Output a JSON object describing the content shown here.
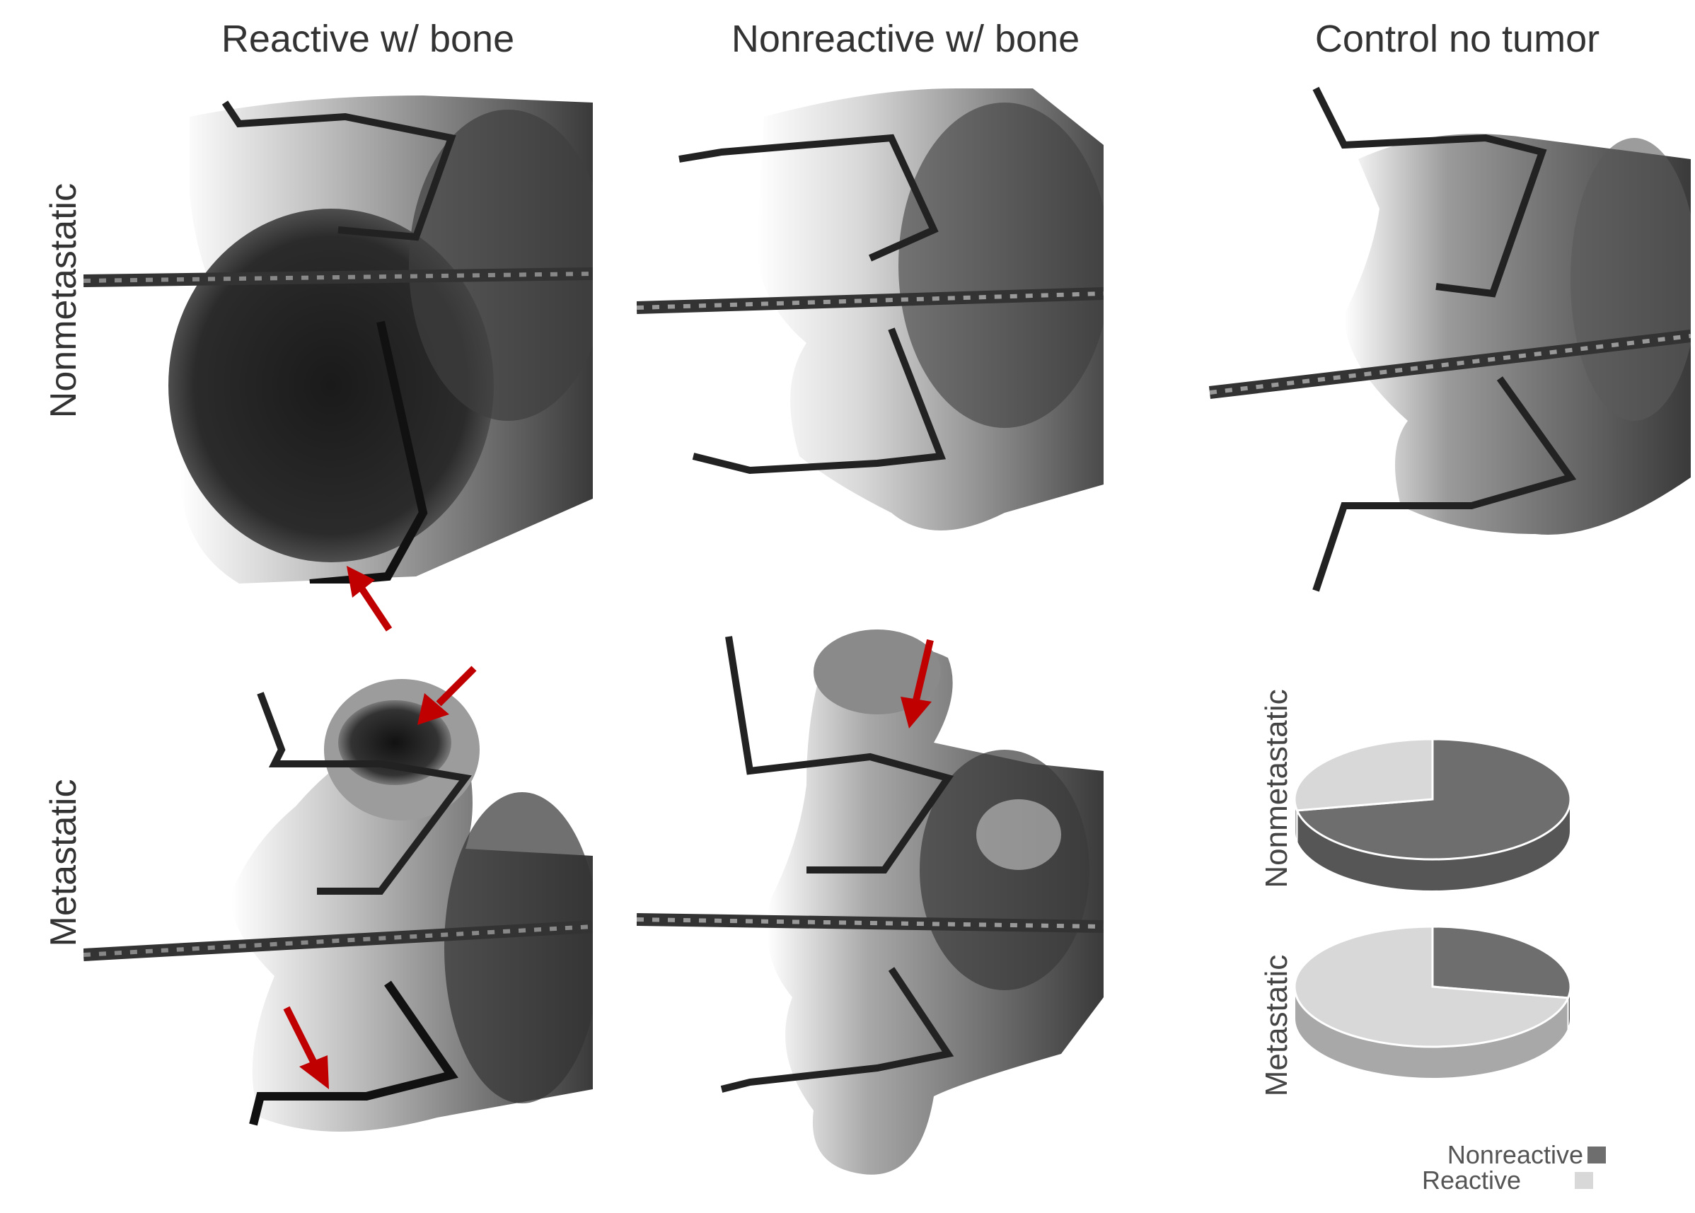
{
  "columns": [
    "Reactive w/ bone",
    "Nonreactive w/ bone",
    "Control no tumor"
  ],
  "rows": [
    "Nonmetastatic",
    "Metastatic"
  ],
  "pies": {
    "top_label": "Nonmetastatic",
    "bottom_label": "Metastatic",
    "legend": [
      {
        "label": "Nonreactive",
        "color": "#6e6e6e"
      },
      {
        "label": "Reactive",
        "color": "#d8d8d8"
      }
    ]
  },
  "chart_data": [
    {
      "type": "pie",
      "title": "Nonmetastatic",
      "categories": [
        "Nonreactive",
        "Reactive"
      ],
      "values": [
        0.72,
        0.28
      ],
      "colors": [
        "#6e6e6e",
        "#d8d8d8"
      ]
    },
    {
      "type": "pie",
      "title": "Metastatic",
      "categories": [
        "Nonreactive",
        "Reactive"
      ],
      "values": [
        0.28,
        0.72
      ],
      "colors": [
        "#6e6e6e",
        "#d8d8d8"
      ]
    }
  ],
  "colors": {
    "arrow": "#c00000",
    "text": "#333333"
  }
}
